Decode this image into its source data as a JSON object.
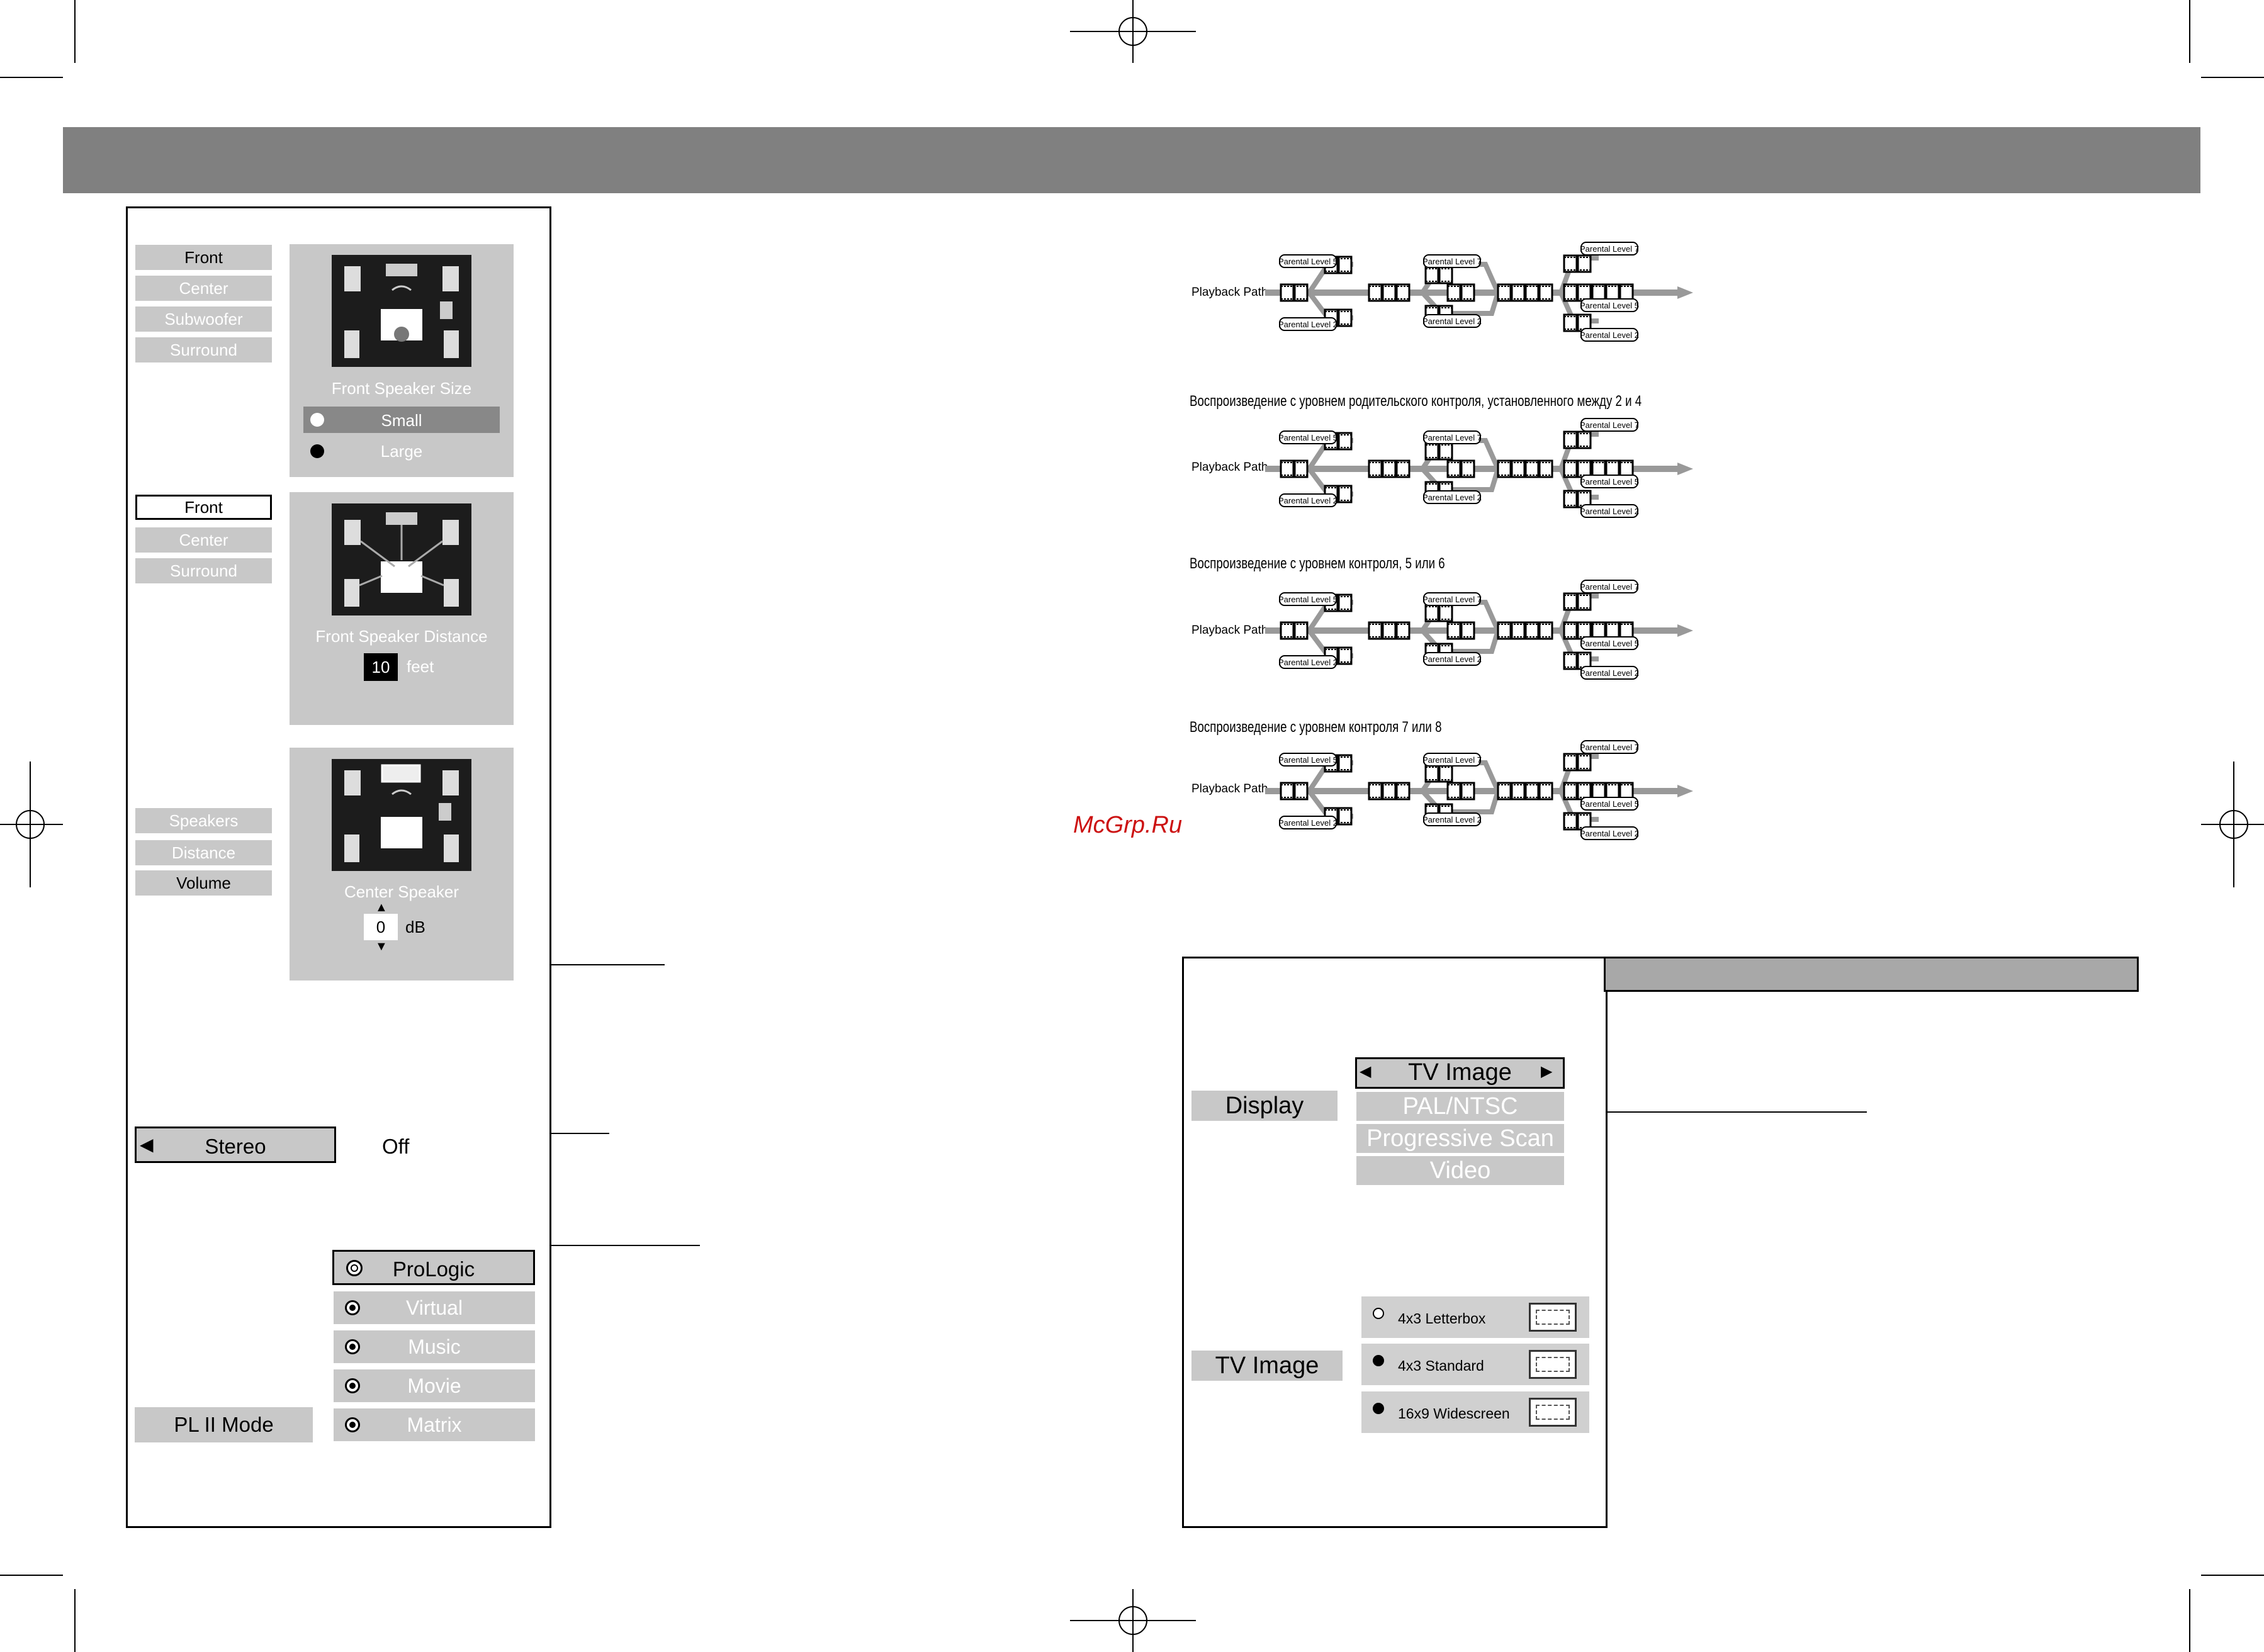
{
  "left_panel": {
    "speaker_size": {
      "menu": [
        "Front",
        "Center",
        "Subwoofer",
        "Surround"
      ],
      "caption": "Front Speaker Size",
      "options": [
        "Small",
        "Large"
      ]
    },
    "speaker_distance": {
      "menu": [
        "Front",
        "Center",
        "Surround"
      ],
      "caption": "Front Speaker Distance",
      "value": "10",
      "unit": "feet"
    },
    "speaker_volume": {
      "menu": [
        "Speakers",
        "Distance",
        "Volume"
      ],
      "caption": "Center Speaker",
      "value": "0",
      "unit": "dB"
    },
    "stereo": {
      "label": "Stereo",
      "value": "Off"
    },
    "pl2": {
      "label": "PL II Mode",
      "modes": [
        "ProLogic",
        "Virtual",
        "Music",
        "Movie",
        "Matrix"
      ]
    }
  },
  "parental": {
    "sections": [
      {
        "heading": ""
      },
      {
        "heading": "Воспроизведение с уровнем родительского контроля, установленного между 2 и 4"
      },
      {
        "heading": "Воспроизведение с уровнем контроля, 5 или 6"
      },
      {
        "heading": "Воспроизведение с уровнем контроля  7 или 8"
      }
    ],
    "path_label": "Playback Path",
    "level_labels": [
      "Parental  Level  5",
      "Parental  Level  2",
      "Parental Level 7",
      "Parental  Level  2",
      "Parental  Level  7",
      "Parental  Level  5",
      "Parental  Level  2"
    ]
  },
  "watermark": "McGrp.Ru",
  "display_panel": {
    "label": "Display",
    "items": [
      "TV Image",
      "PAL/NTSC",
      "Progressive Scan",
      "Video"
    ],
    "tv_label": "TV Image",
    "tv_options": [
      "4x3 Letterbox",
      "4x3 Standard",
      "16x9 Widescreen"
    ]
  }
}
